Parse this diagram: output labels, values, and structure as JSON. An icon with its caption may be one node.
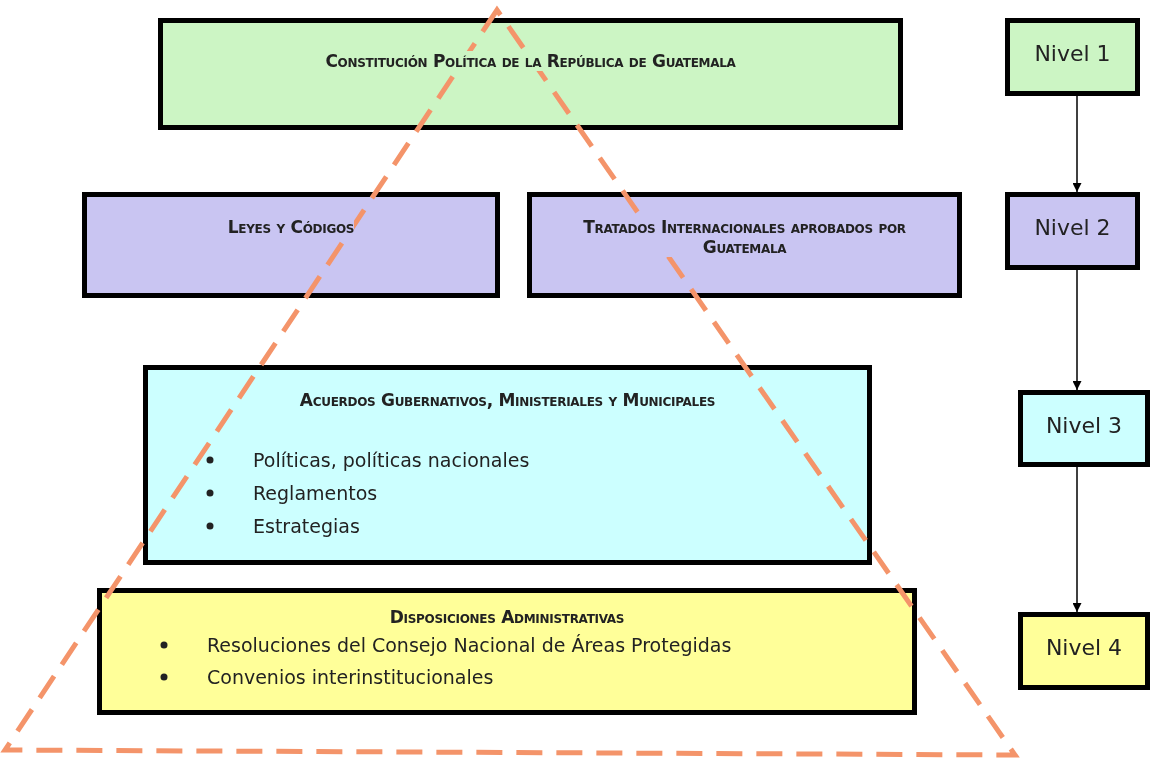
{
  "diagram": {
    "nodes": [
      {
        "text": [
          "Constitución Política de la República de Guatemala"
        ]
      },
      {
        "text": [
          "Leyes y Códigos"
        ]
      },
      {
        "text": [
          "Tratados Internacionales aprobados por Guatemala"
        ]
      },
      {
        "text": [
          "Acuerdos Gubernativos, Ministeriales y Municipales",
          "Políticas, políticas nacionales",
          "Reglamentos",
          "Estrategias"
        ]
      },
      {
        "text": [
          "Disposiciones Administrativas",
          "Resoluciones del Consejo Nacional de Áreas Protegidas",
          "Convenios interinstitucionales"
        ]
      },
      {
        "text": [
          "Nivel 1"
        ]
      },
      {
        "text": [
          "Nivel 2"
        ]
      },
      {
        "text": [
          "Nivel 3"
        ]
      },
      {
        "text": [
          "Nivel 4"
        ]
      }
    ],
    "edges": [
      {
        "from": 5,
        "to": 6,
        "arrow": "to"
      },
      {
        "from": 6,
        "to": 7,
        "arrow": "to"
      },
      {
        "from": 7,
        "to": 8,
        "arrow": "to"
      }
    ]
  }
}
